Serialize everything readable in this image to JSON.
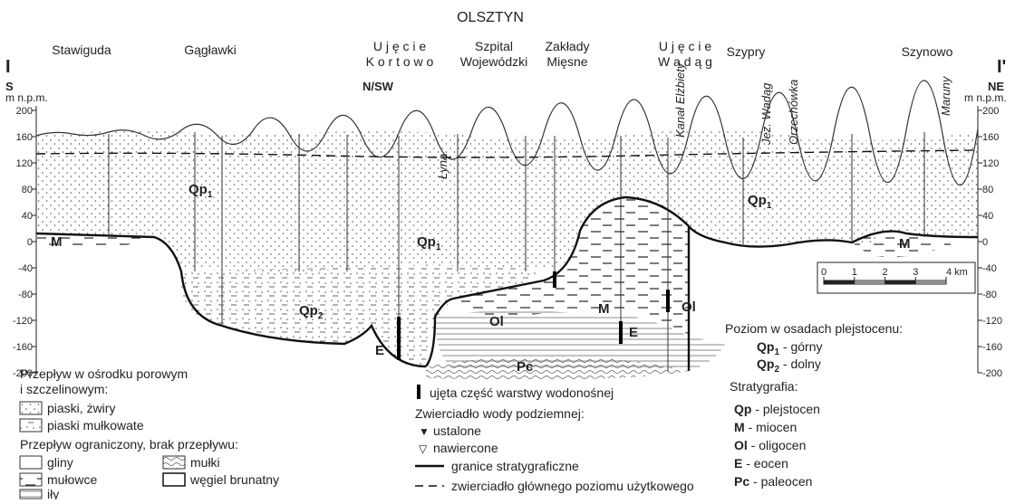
{
  "city": "OLSZTYN",
  "section_start": "I",
  "section_end": "I'",
  "dir_left": "S",
  "dir_mid": "N/SW",
  "dir_right": "NE",
  "unit": "m n.p.m.",
  "places": {
    "stawiguda": "Stawiguda",
    "gaglawki": "Gągławki",
    "kortowo_1": "U j ę c i e",
    "kortowo_2": "K o r t o w o",
    "szpital_1": "Szpital",
    "szpital_2": "Wojewódzki",
    "zaklady_1": "Zakłady",
    "zaklady_2": "Mięsne",
    "wadag_1": "U j ę c i e",
    "wadag_2": "W a d ą g",
    "szypry": "Szypry",
    "szynowo": "Szynowo"
  },
  "features": {
    "lyna": "Łyna",
    "kanal": "Kanał Elżbiety",
    "jez": "Jez. Wadąg",
    "orzech": "Orzechówka",
    "maruny": "Maruny"
  },
  "elevation_ticks": [
    "200",
    "160",
    "120",
    "80",
    "40",
    "0",
    "-40",
    "-80",
    "-120",
    "-160",
    "-200"
  ],
  "units_labels": {
    "qp1": "Qp",
    "qp2": "Qp",
    "sub1": "1",
    "sub2": "2",
    "m": "M",
    "ol": "Ol",
    "e": "E",
    "pc": "Pc"
  },
  "scale_bar": {
    "ticks": [
      "0",
      "1",
      "2",
      "3",
      "4 km"
    ]
  },
  "legend": {
    "porous_title_1": "Przepływ w ośrodku porowym",
    "porous_title_2": "i szczelinowym:",
    "sands": "piaski, żwiry",
    "silty_sands": "piaski mułkowate",
    "limited_title": "Przepływ ograniczony, brak przepływu:",
    "gliny": "gliny",
    "mulki": "mułki",
    "mulowce": "mułowce",
    "wegiel": "węgiel brunatny",
    "ily": "iły",
    "aquifer_part": "ujęta część warstwy wodonośnej",
    "water_table_title": "Zwierciadło wody podziemnej:",
    "ustalone": "ustalone",
    "nawiercone": "nawiercone",
    "boundaries": "granice stratygraficzne",
    "main_level": "zwierciadło głównego poziomu użytkowego",
    "level_title": "Poziom w osadach plejstocenu:",
    "qp1_desc": " - górny",
    "qp2_desc": " - dolny",
    "strat_title": "Stratygrafia:",
    "strat_qp": "Qp",
    "strat_qp_desc": " - plejstocen",
    "strat_m": "M",
    "strat_m_desc": " - miocen",
    "strat_ol": "Ol",
    "strat_ol_desc": " - oligocen",
    "strat_e": "E",
    "strat_e_desc": " - eocen",
    "strat_pc": "Pc",
    "strat_pc_desc": " - paleocen"
  }
}
